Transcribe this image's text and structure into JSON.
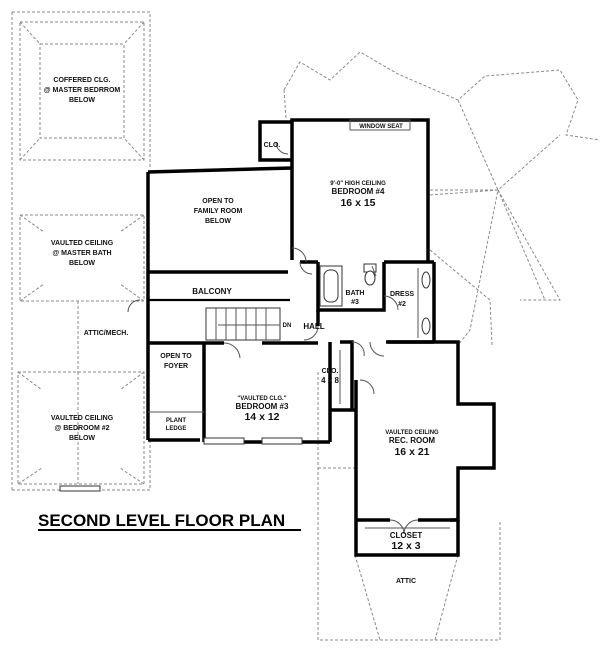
{
  "title": "SECOND LEVEL FLOOR PLAN",
  "labels": {
    "coffered_1": "COFFERED CLG.",
    "coffered_2": "@ MASTER BEDRROM",
    "coffered_3": "BELOW",
    "clo_top": "CLO.",
    "window_seat": "WINDOW SEAT",
    "bed4_note": "9'-0\" HIGH CEILING",
    "bed4_name": "BEDROOM #4",
    "bed4_size": "16 x 15",
    "open_family_1": "OPEN TO",
    "open_family_2": "FAMILY ROOM",
    "open_family_3": "BELOW",
    "vault_bath_1": "VAULTED CEILING",
    "vault_bath_2": "@ MASTER BATH",
    "vault_bath_3": "BELOW",
    "balcony": "BALCONY",
    "bath_1": "BATH",
    "bath_2": "#3",
    "dress_1": "DRESS",
    "dress_2": "#2",
    "hall": "HALL",
    "stair_dn": "DN",
    "attic_mech": "ATTIC/MECH.",
    "open_foyer_1": "OPEN TO",
    "open_foyer_2": "FOYER",
    "bed3_note": "\"VAULTED CLG.\"",
    "bed3_name": "BEDROOM #3",
    "bed3_size": "14 x 12",
    "clo_mid_1": "CLO.",
    "clo_mid_2": "4 x 8",
    "plant_1": "PLANT",
    "plant_2": "LEDGE",
    "vault_bed2_1": "VAULTED CEILING",
    "vault_bed2_2": "@ BEDROOM #2",
    "vault_bed2_3": "BELOW",
    "rec_note": "VAULTED CEILING",
    "rec_name": "REC. ROOM",
    "rec_size": "16 x 21",
    "closet_1": "CLOSET",
    "closet_2": "12 x 3",
    "attic": "ATTIC"
  }
}
